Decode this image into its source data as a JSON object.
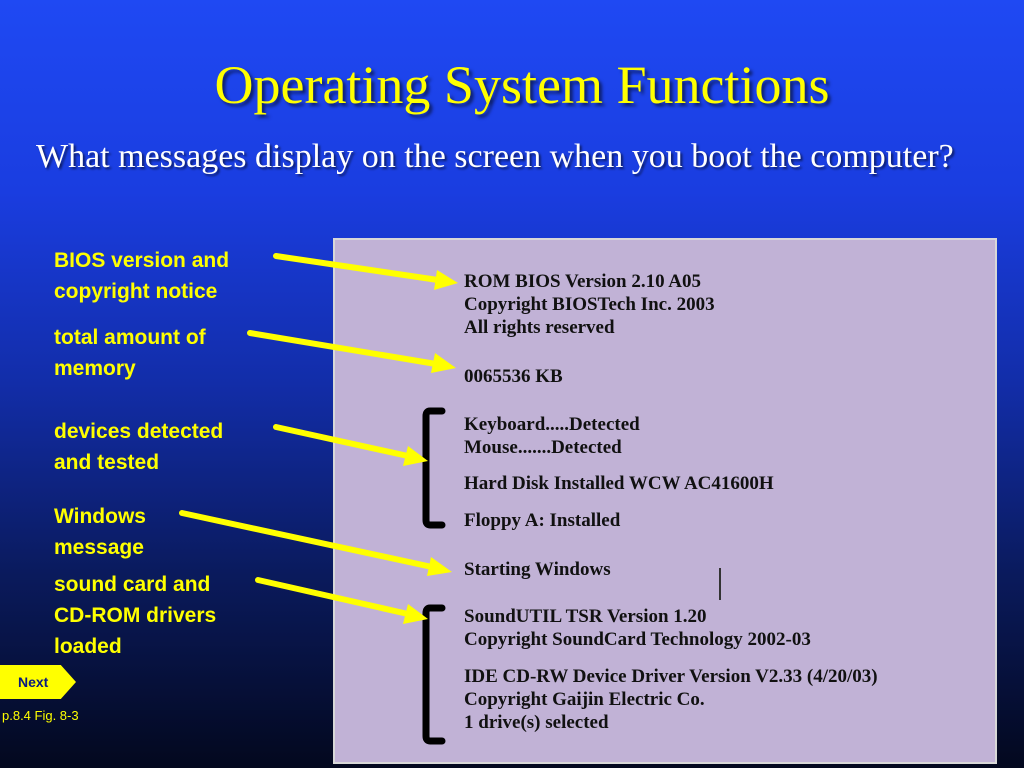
{
  "slide": {
    "title": "Operating System Functions",
    "question": "What messages display on the screen when you boot the computer?"
  },
  "labels": [
    "BIOS version and\ncopyright notice",
    "total amount of\nmemory",
    "devices detected\nand tested",
    "Windows\nmessage",
    "sound card and\nCD-ROM drivers\nloaded"
  ],
  "boot_screen": {
    "lines": [
      "ROM BIOS Version 2.10 A05",
      "Copyright BIOSTech Inc. 2003",
      "All rights reserved",
      "0065536 KB",
      "Keyboard.....Detected",
      "Mouse.......Detected",
      "Hard Disk Installed WCW AC41600H",
      "Floppy A: Installed",
      "Starting Windows",
      "SoundUTIL TSR Version 1.20",
      "Copyright SoundCard Technology 2002-03",
      "IDE CD-RW Device Driver Version V2.33 (4/20/03)",
      "Copyright Gaijin Electric Co.",
      "1 drive(s) selected"
    ]
  },
  "nav": {
    "next_label": "Next",
    "reference": "p.8.4 Fig. 8-3"
  },
  "colors": {
    "title": "#ffff00",
    "labels": "#ffff00",
    "arrows": "#ffff00",
    "screen_background": "#c1b2d6",
    "brackets": "#000000"
  }
}
